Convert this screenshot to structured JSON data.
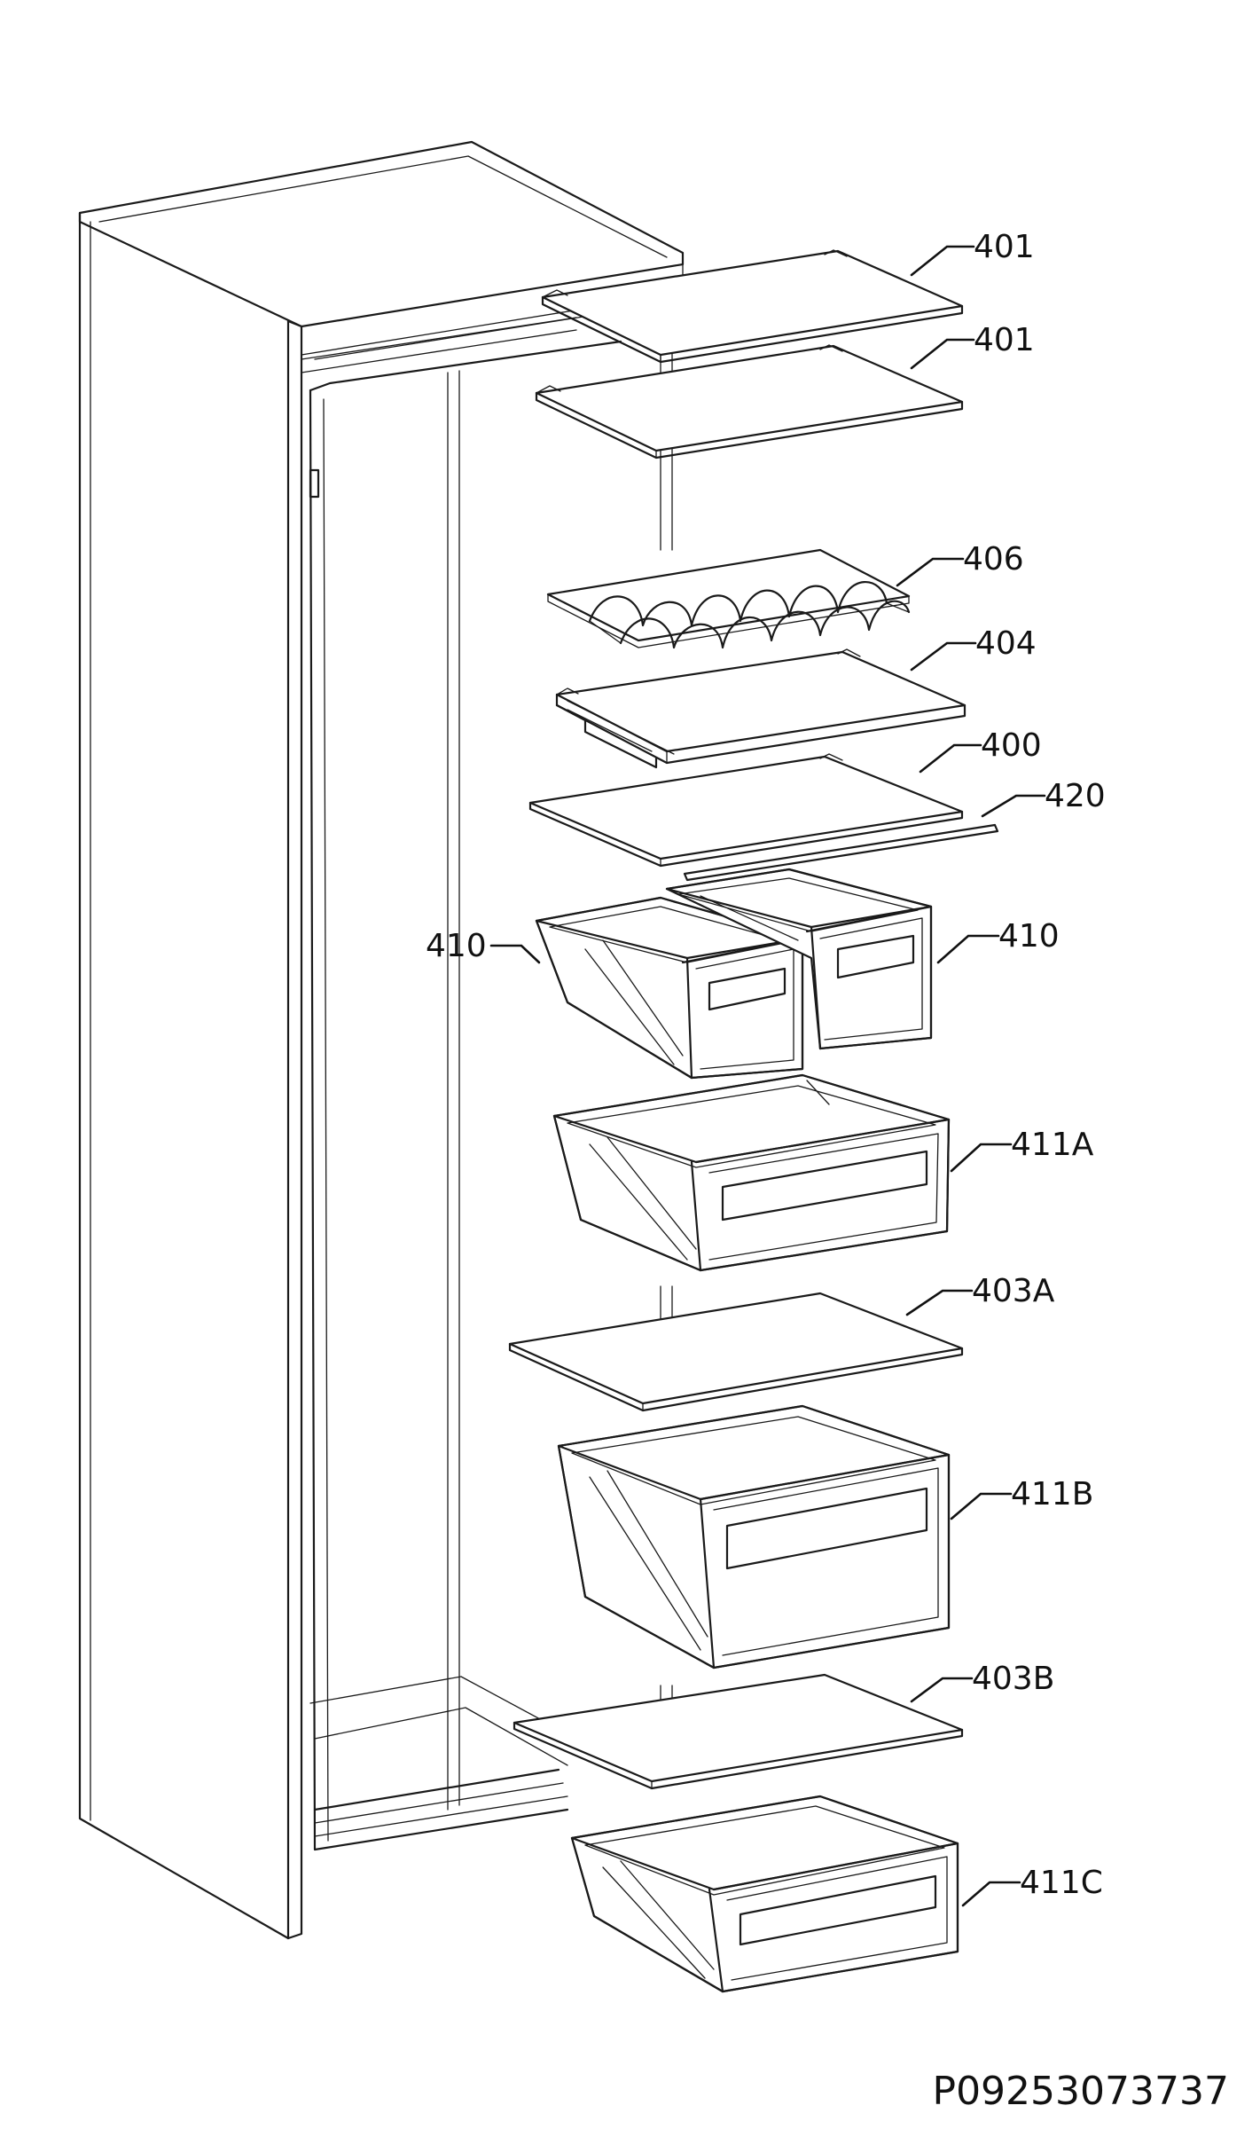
{
  "diagram": {
    "labels": {
      "l401a": "401",
      "l401b": "401",
      "l406": "406",
      "l404": "404",
      "l400": "400",
      "l420": "420",
      "l410L": "410",
      "l410R": "410",
      "l411A": "411A",
      "l403A": "403A",
      "l411B": "411B",
      "l403B": "403B",
      "l411C": "411C"
    },
    "document_code": "P09253073737"
  }
}
